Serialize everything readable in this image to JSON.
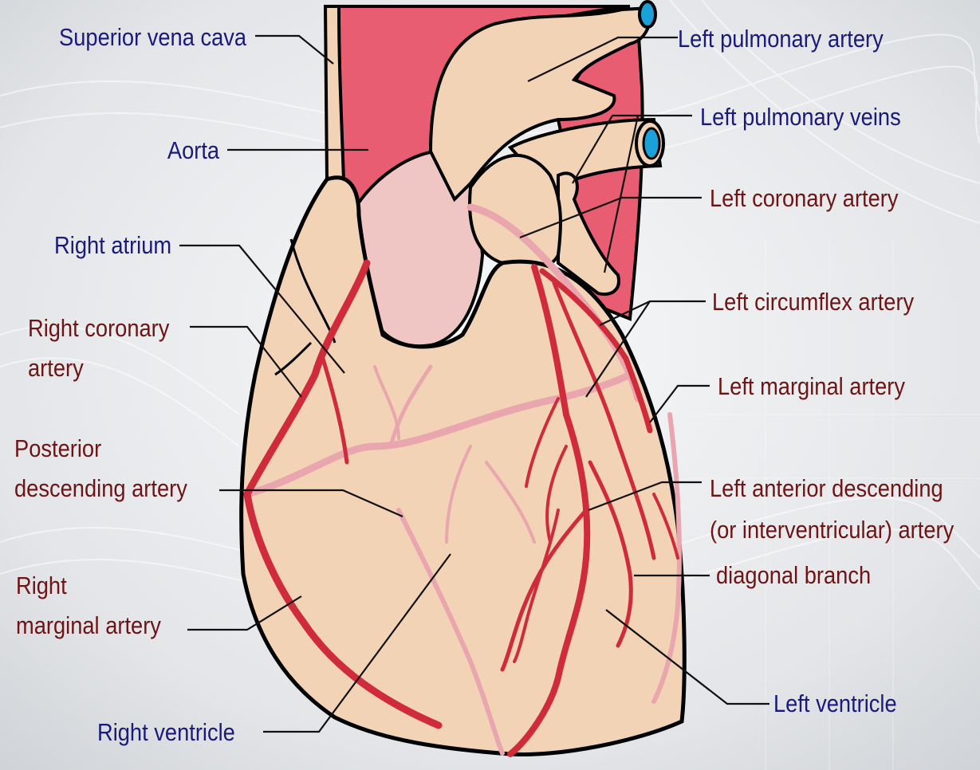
{
  "colors": {
    "label_blue": "#1a1a7c",
    "label_red": "#6e1414",
    "heart_tissue": "#f2d3b5",
    "aorta": "#e95d72",
    "artery": "#cf2b3a",
    "vein": "#e9a6ae",
    "pulmonary_vein_lumen": "#1aa2d8"
  },
  "labels": {
    "superior_vena_cava": "Superior vena cava",
    "aorta": "Aorta",
    "right_atrium": "Right atrium",
    "right_coronary_artery_1": "Right coronary",
    "right_coronary_artery_2": "artery",
    "posterior_descending_1": "Posterior",
    "posterior_descending_2": "descending artery",
    "right_marginal_1": "Right",
    "right_marginal_2": "marginal artery",
    "right_ventricle": "Right ventricle",
    "left_pulmonary_artery": "Left pulmonary artery",
    "left_pulmonary_veins": "Left pulmonary veins",
    "left_coronary_artery": "Left coronary artery",
    "left_circumflex_artery": "Left circumflex artery",
    "left_marginal_artery": "Left marginal artery",
    "lad_1": "Left anterior descending",
    "lad_2": "(or interventricular) artery",
    "diagonal_branch": "diagonal branch",
    "left_ventricle": "Left ventricle"
  }
}
